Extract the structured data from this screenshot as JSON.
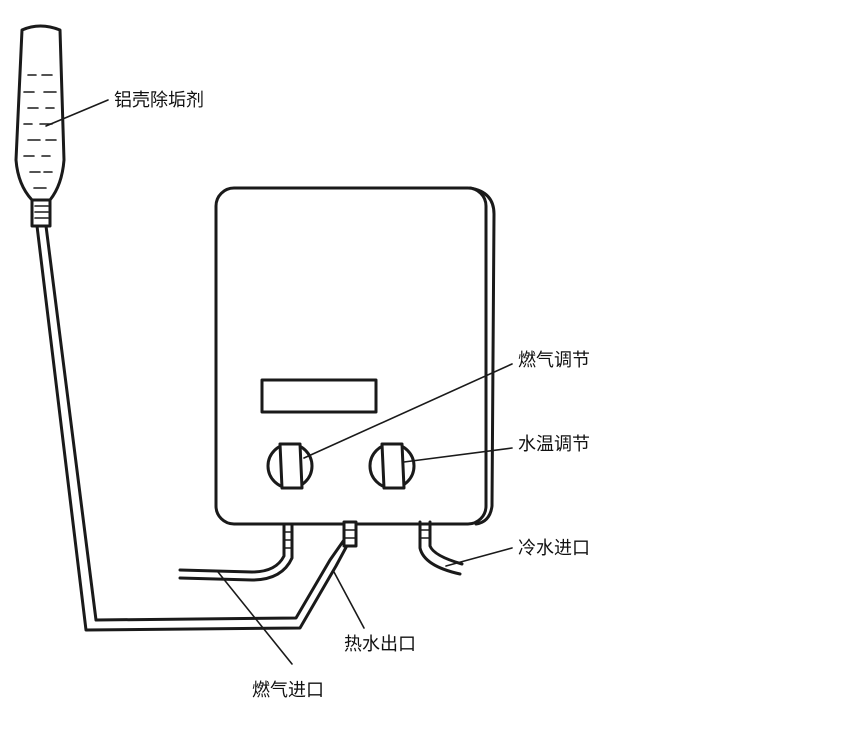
{
  "diagram": {
    "labels": {
      "descaler": "铝壳除垢剂",
      "gas_adjust": "燃气调节",
      "water_temp_adjust": "水温调节",
      "cold_water_inlet": "冷水进口",
      "hot_water_outlet": "热水出口",
      "gas_inlet": "燃气进口"
    }
  }
}
